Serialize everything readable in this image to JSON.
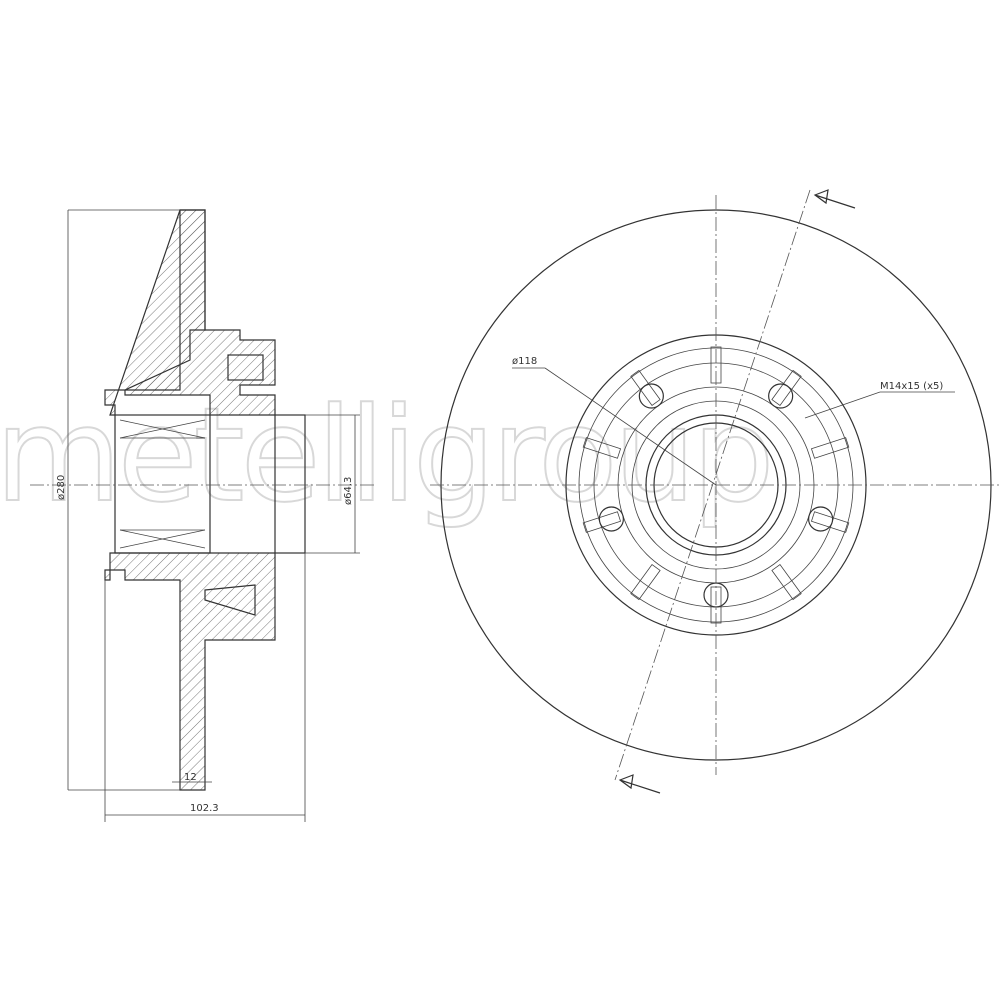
{
  "watermark": "metelligroup",
  "dimensions": {
    "outer_diameter": "ø280",
    "bore_diameter": "ø64.3",
    "disc_thickness": "12",
    "total_height": "102.3",
    "pitch_circle": "ø118",
    "bolt_thread": "M14x15 (x5)"
  },
  "colors": {
    "line": "#333333",
    "watermark": "#d8d8d8"
  }
}
